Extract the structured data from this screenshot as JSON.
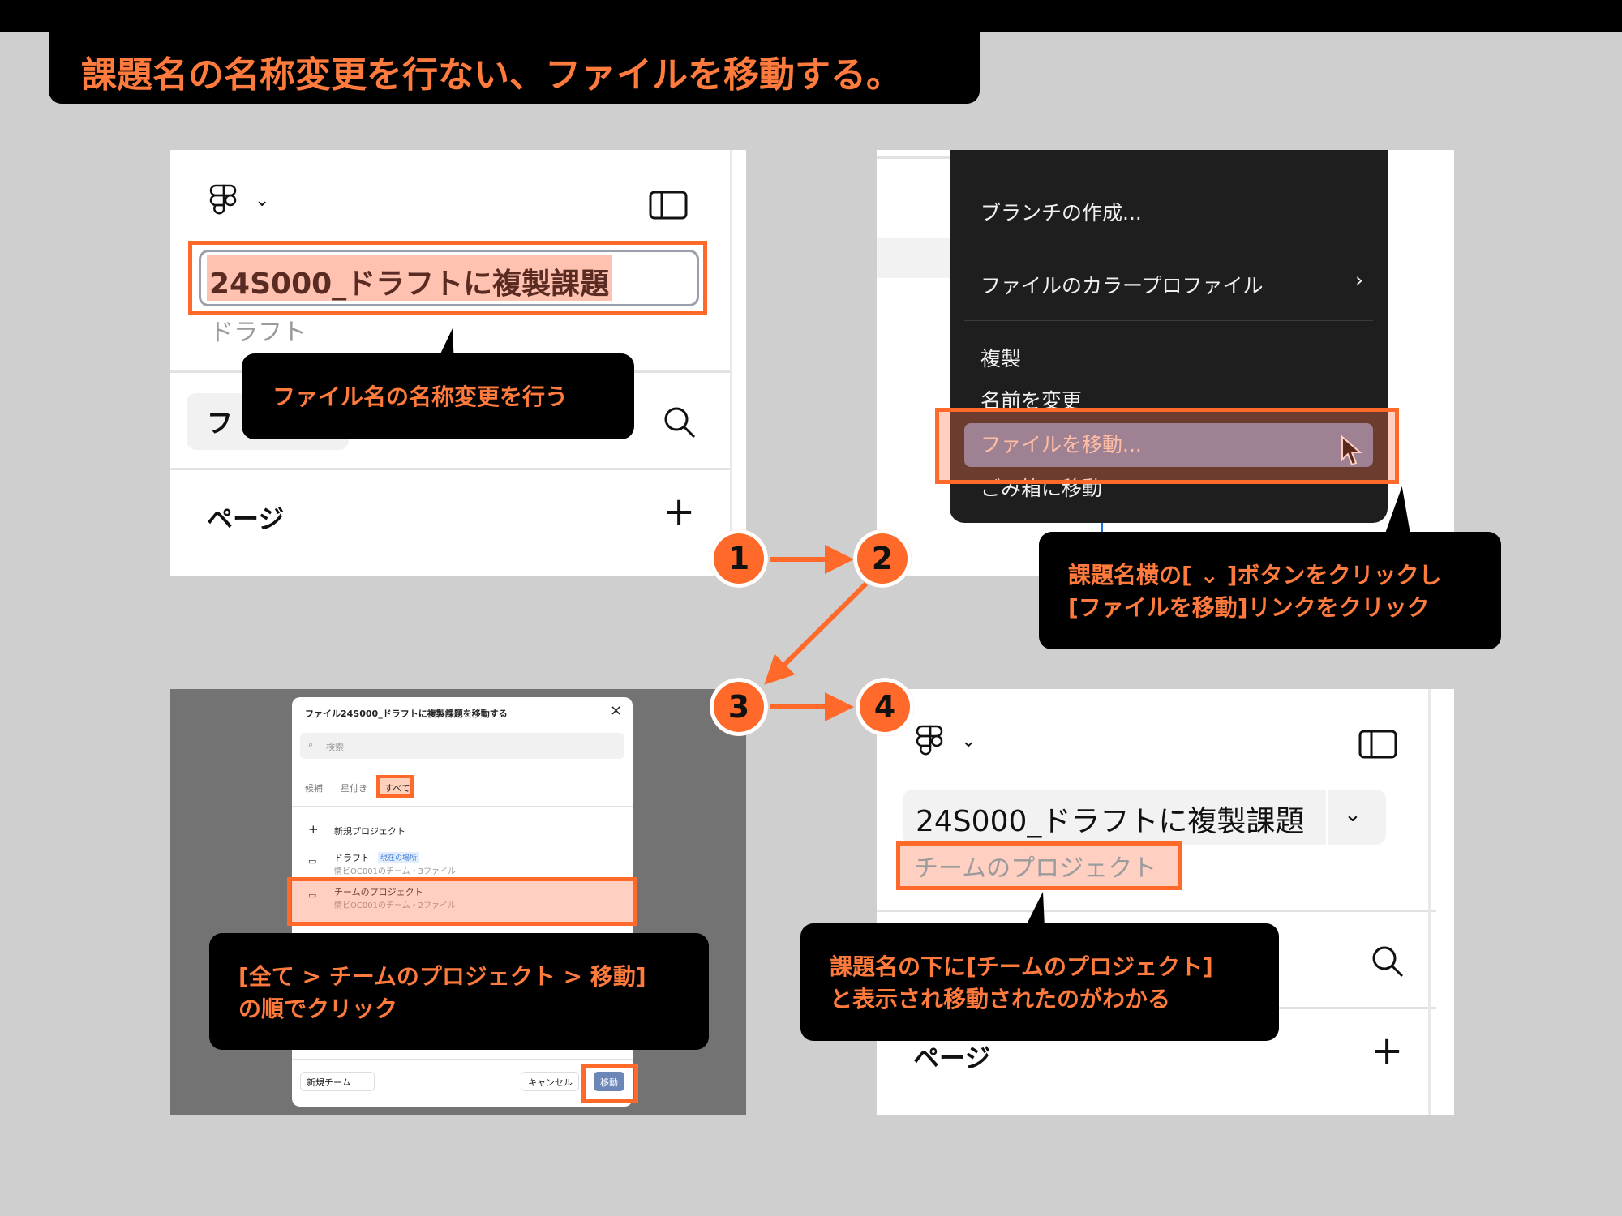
{
  "title": "課題名の名称変更を行ない、ファイルを移動する。",
  "steps": [
    "1",
    "2",
    "3",
    "4"
  ],
  "panel1": {
    "file_name": "24S000_ドラフトに複製課題",
    "location": "ドラフト",
    "search_partial": "フ",
    "pages_label": "ページ",
    "callout": "ファイル名の名称変更を行う"
  },
  "panel2": {
    "menu_items": [
      "ブランチの作成...",
      "ファイルのカラープロファイル",
      "複製",
      "名前を変更",
      "ファイルを移動...",
      "ごみ箱に移動"
    ],
    "submenu_chevron": "›",
    "callout_line1": "課題名横の[ ⌄ ]ボタンをクリックし",
    "callout_line2": "[ファイルを移動]リンクをクリック"
  },
  "panel3": {
    "dialog_title": "ファイル24S000_ドラフトに複製課題を移動する",
    "search_placeholder": "検索",
    "tabs": [
      "候補",
      "星付き",
      "すべて"
    ],
    "new_project": "新規プロジェクト",
    "projects": [
      {
        "name": "ドラフト",
        "badge": "現在の場所",
        "sub": "情ビOC001のチーム・3ファイル"
      },
      {
        "name": "チームのプロジェクト",
        "sub": "情ビOC001のチーム・2ファイル"
      }
    ],
    "new_team": "新規チーム",
    "cancel": "キャンセル",
    "move": "移動",
    "callout_line1": "[全て > チームのプロジェクト > 移動]",
    "callout_line2": "の順でクリック"
  },
  "panel4": {
    "file_name": "24S000_ドラフトに複製課題",
    "location": "チームのプロジェクト",
    "pages_label": "ページ",
    "callout_line1": "課題名の下に[チームのプロジェクト]",
    "callout_line2": "と表示され移動されたのがわかる"
  },
  "colors": {
    "accent": "#ff6a2b",
    "callout_bg": "#000000",
    "menu_bg": "#1e1e1e",
    "menu_highlight": "#6c86b8"
  }
}
